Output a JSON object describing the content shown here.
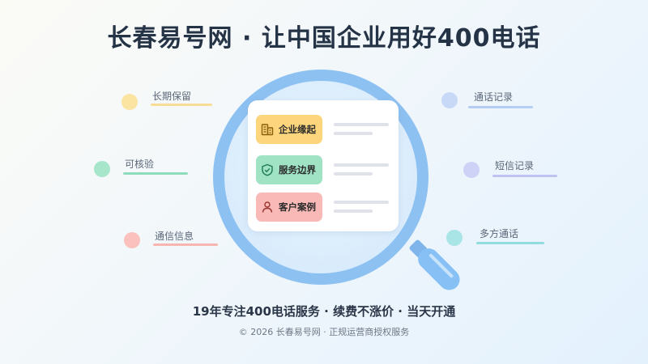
{
  "title": "长春易号网 · 让中国企业用好400电话",
  "tags": [
    {
      "label": "长期保留",
      "color": "#fbe3a2",
      "line": "#f9dd96"
    },
    {
      "label": "可核验",
      "color": "#a8e6cc",
      "line": "#8fdcbc"
    },
    {
      "label": "通信信息",
      "color": "#fbc2bd",
      "line": "#f7b6b0"
    },
    {
      "label": "通话记录",
      "color": "#c7d9f7",
      "line": "#b6cdf3"
    },
    {
      "label": "短信记录",
      "color": "#cfd2f7",
      "line": "#bfc3f1"
    },
    {
      "label": "多方通话",
      "color": "#a9e5e6",
      "line": "#93dcde"
    }
  ],
  "card": {
    "items": [
      {
        "label": "企业缘起",
        "icon": "building-icon",
        "bg": "#fdd57c",
        "stroke": "#9a6a10"
      },
      {
        "label": "服务边界",
        "icon": "shield-check-icon",
        "bg": "#9fe2c4",
        "stroke": "#2a8a60"
      },
      {
        "label": "客户案例",
        "icon": "user-icon",
        "bg": "#f8b9b7",
        "stroke": "#a8403c"
      }
    ]
  },
  "subtitle": "19年专注400电话服务 · 续费不涨价 · 当天开通",
  "footer": "© 2026 长春易号网 · 正规运营商授权服务"
}
